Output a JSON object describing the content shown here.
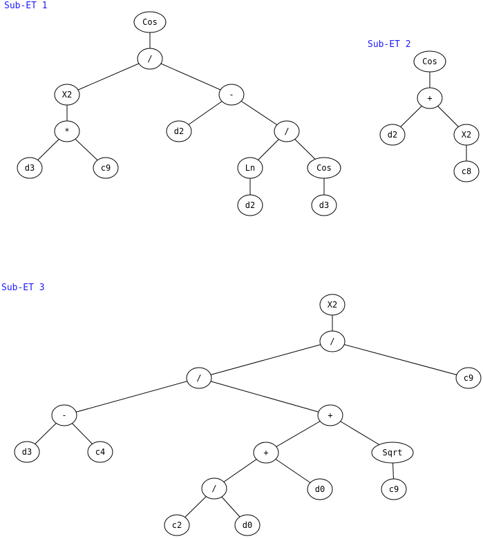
{
  "colors": {
    "title": "#1a1aff",
    "stroke": "#000000",
    "background": "#ffffff"
  },
  "trees": [
    {
      "title": "Sub-ET 1",
      "nodes": [
        {
          "id": "a1",
          "label": "Cos"
        },
        {
          "id": "a2",
          "label": "/"
        },
        {
          "id": "a3",
          "label": "X2"
        },
        {
          "id": "a4",
          "label": "-"
        },
        {
          "id": "a5",
          "label": "*"
        },
        {
          "id": "a6",
          "label": "d3"
        },
        {
          "id": "a7",
          "label": "c9"
        },
        {
          "id": "a8",
          "label": "d2"
        },
        {
          "id": "a9",
          "label": "/"
        },
        {
          "id": "a10",
          "label": "Ln"
        },
        {
          "id": "a11",
          "label": "Cos"
        },
        {
          "id": "a12",
          "label": "d2"
        },
        {
          "id": "a13",
          "label": "d3"
        }
      ],
      "edges": [
        [
          "a1",
          "a2"
        ],
        [
          "a2",
          "a3"
        ],
        [
          "a2",
          "a4"
        ],
        [
          "a3",
          "a5"
        ],
        [
          "a5",
          "a6"
        ],
        [
          "a5",
          "a7"
        ],
        [
          "a4",
          "a8"
        ],
        [
          "a4",
          "a9"
        ],
        [
          "a9",
          "a10"
        ],
        [
          "a9",
          "a11"
        ],
        [
          "a10",
          "a12"
        ],
        [
          "a11",
          "a13"
        ]
      ]
    },
    {
      "title": "Sub-ET 2",
      "nodes": [
        {
          "id": "b1",
          "label": "Cos"
        },
        {
          "id": "b2",
          "label": "+"
        },
        {
          "id": "b3",
          "label": "d2"
        },
        {
          "id": "b4",
          "label": "X2"
        },
        {
          "id": "b5",
          "label": "c8"
        }
      ],
      "edges": [
        [
          "b1",
          "b2"
        ],
        [
          "b2",
          "b3"
        ],
        [
          "b2",
          "b4"
        ],
        [
          "b4",
          "b5"
        ]
      ]
    },
    {
      "title": "Sub-ET 3",
      "nodes": [
        {
          "id": "c1",
          "label": "X2"
        },
        {
          "id": "c2",
          "label": "/"
        },
        {
          "id": "c3",
          "label": "/"
        },
        {
          "id": "c4",
          "label": "c9"
        },
        {
          "id": "c5",
          "label": "-"
        },
        {
          "id": "c6",
          "label": "+"
        },
        {
          "id": "c7",
          "label": "d3"
        },
        {
          "id": "c8",
          "label": "c4"
        },
        {
          "id": "c9",
          "label": "+"
        },
        {
          "id": "c10",
          "label": "Sqrt"
        },
        {
          "id": "c11",
          "label": "/"
        },
        {
          "id": "c12",
          "label": "d0"
        },
        {
          "id": "c13",
          "label": "c9"
        },
        {
          "id": "c14",
          "label": "c2"
        },
        {
          "id": "c15",
          "label": "d0"
        }
      ],
      "edges": [
        [
          "c1",
          "c2"
        ],
        [
          "c2",
          "c3"
        ],
        [
          "c2",
          "c4"
        ],
        [
          "c3",
          "c5"
        ],
        [
          "c3",
          "c6"
        ],
        [
          "c5",
          "c7"
        ],
        [
          "c5",
          "c8"
        ],
        [
          "c6",
          "c9"
        ],
        [
          "c6",
          "c10"
        ],
        [
          "c9",
          "c11"
        ],
        [
          "c9",
          "c12"
        ],
        [
          "c10",
          "c13"
        ],
        [
          "c11",
          "c14"
        ],
        [
          "c11",
          "c15"
        ]
      ]
    }
  ]
}
